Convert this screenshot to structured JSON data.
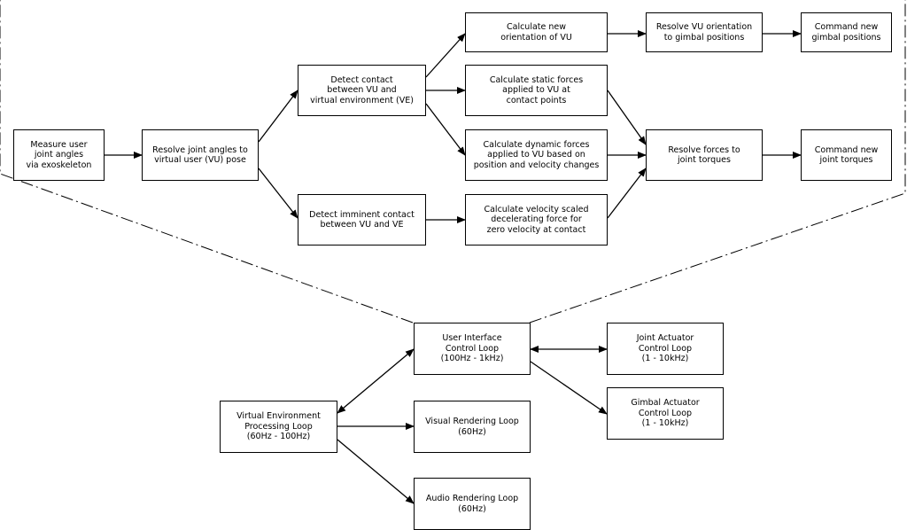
{
  "detail": {
    "measure": "Measure user\njoint angles\nvia exoskeleton",
    "resolve_pose": "Resolve joint angles to\nvirtual user (VU) pose",
    "detect_contact": "Detect contact\nbetween VU and\nvirtual environment (VE)",
    "detect_imminent": "Detect imminent contact\nbetween VU and VE",
    "calc_orientation": "Calculate new\norientation of VU",
    "calc_static": "Calculate static forces\napplied to VU at\ncontact points",
    "calc_dynamic": "Calculate dynamic forces\napplied to VU based on\nposition and velocity changes",
    "calc_velocity": "Calculate velocity scaled\ndecelerating force for\nzero velocity at contact",
    "resolve_gimbal": "Resolve VU orientation\nto gimbal positions",
    "resolve_torques": "Resolve forces to\njoint torques",
    "cmd_gimbal": "Command new\ngimbal positions",
    "cmd_torques": "Command new\njoint torques"
  },
  "loops": {
    "ui": "User Interface\nControl Loop\n(100Hz - 1kHz)",
    "joint": "Joint Actuator\nControl Loop\n(1 - 10kHz)",
    "gimbal": "Gimbal Actuator\nControl Loop\n(1 - 10kHz)",
    "ve": "Virtual Environment\nProcessing Loop\n(60Hz - 100Hz)",
    "visual": "Visual Rendering Loop\n(60Hz)",
    "audio": "Audio Rendering Loop\n(60Hz)"
  }
}
